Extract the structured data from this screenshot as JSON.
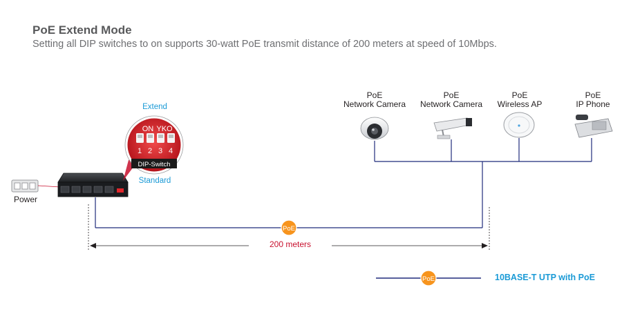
{
  "header": {
    "title": "PoE Extend Mode",
    "subtitle": "Setting all DIP switches to on supports 30-watt PoE transmit distance of 200 meters at speed of 10Mbps."
  },
  "power": {
    "label": "Power"
  },
  "dip": {
    "extend_label": "Extend",
    "standard_label": "Standard",
    "on_label": "ON",
    "oko_label": "YKO",
    "numbers": [
      "1",
      "2",
      "3",
      "4"
    ],
    "caption": "DIP-Switch"
  },
  "devices": [
    {
      "line1": "PoE",
      "line2": "Network Camera"
    },
    {
      "line1": "PoE",
      "line2": "Network Camera"
    },
    {
      "line1": "PoE",
      "line2": "Wireless AP"
    },
    {
      "line1": "PoE",
      "line2": "IP Phone"
    }
  ],
  "badge": {
    "text": "PoE"
  },
  "distance": {
    "label": "200 meters"
  },
  "legend": {
    "label": "10BASE-T UTP with PoE",
    "badge": "PoE"
  },
  "colors": {
    "cable": "#1f2a7a",
    "badge": "#f7941d",
    "accent_blue": "#1a9ad6",
    "distance_red": "#c8102e",
    "dip_red": "#e0262b"
  }
}
